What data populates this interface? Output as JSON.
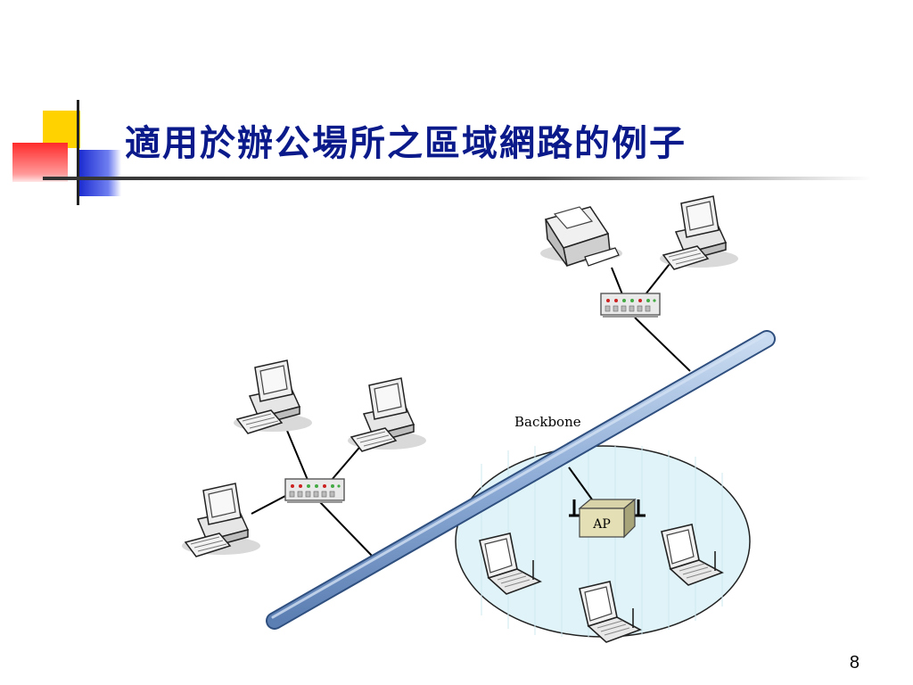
{
  "slide": {
    "title": "適用於辦公場所之區域網路的例子",
    "page_number": "8"
  },
  "diagram": {
    "backbone_label": "Backbone",
    "ap_label": "AP"
  },
  "colors": {
    "title": "#0a1a8a",
    "backbone_fill": "#9cb8dc",
    "backbone_stroke": "#2f4f7f",
    "wireless_zone": "#dff3f8",
    "deco_yellow": "#ffd200",
    "deco_blue": "#2233cc",
    "deco_red": "#ff3333"
  }
}
